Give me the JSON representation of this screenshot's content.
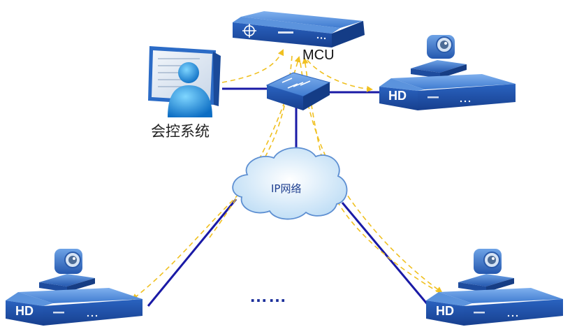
{
  "diagram": {
    "mcu_label": "MCU",
    "control_system_label": "会控系统",
    "network_label": "IP网络",
    "terminal_label": "HD",
    "ellipsis": "……"
  },
  "colors": {
    "link": "#1a1aa6",
    "signal_arrow": "#f0c020",
    "device_top": "#4a86d6",
    "device_front": "#1e52ad",
    "cloud_fill": "#cfe6f8",
    "cloud_stroke": "#5d8fd2"
  },
  "icons": [
    "mcu-server-icon",
    "network-switch-icon",
    "ip-network-cloud-icon",
    "control-system-workstation-icon",
    "video-terminal-icon",
    "ptz-camera-icon"
  ]
}
